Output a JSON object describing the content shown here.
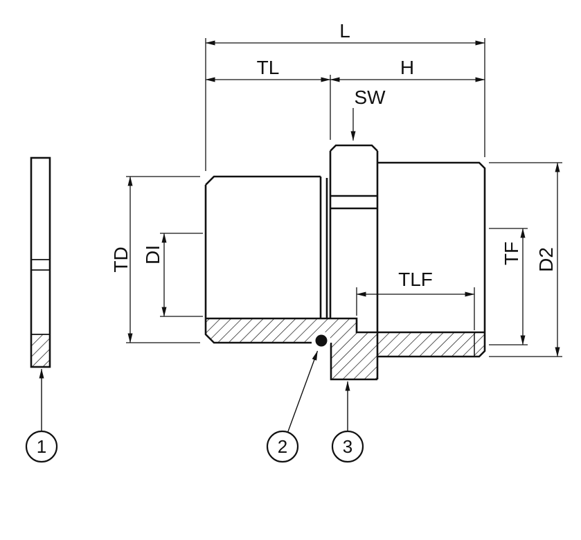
{
  "drawing": {
    "kind": "technical-section-drawing",
    "labels": {
      "L": "L",
      "TL": "TL",
      "H": "H",
      "SW": "SW",
      "TD": "TD",
      "DI": "DI",
      "TLF": "TLF",
      "TF": "TF",
      "D2": "D2"
    },
    "balloons": [
      {
        "label": "1"
      },
      {
        "label": "2"
      },
      {
        "label": "3"
      }
    ],
    "colors": {
      "line": "#111111",
      "background": "#ffffff"
    }
  }
}
